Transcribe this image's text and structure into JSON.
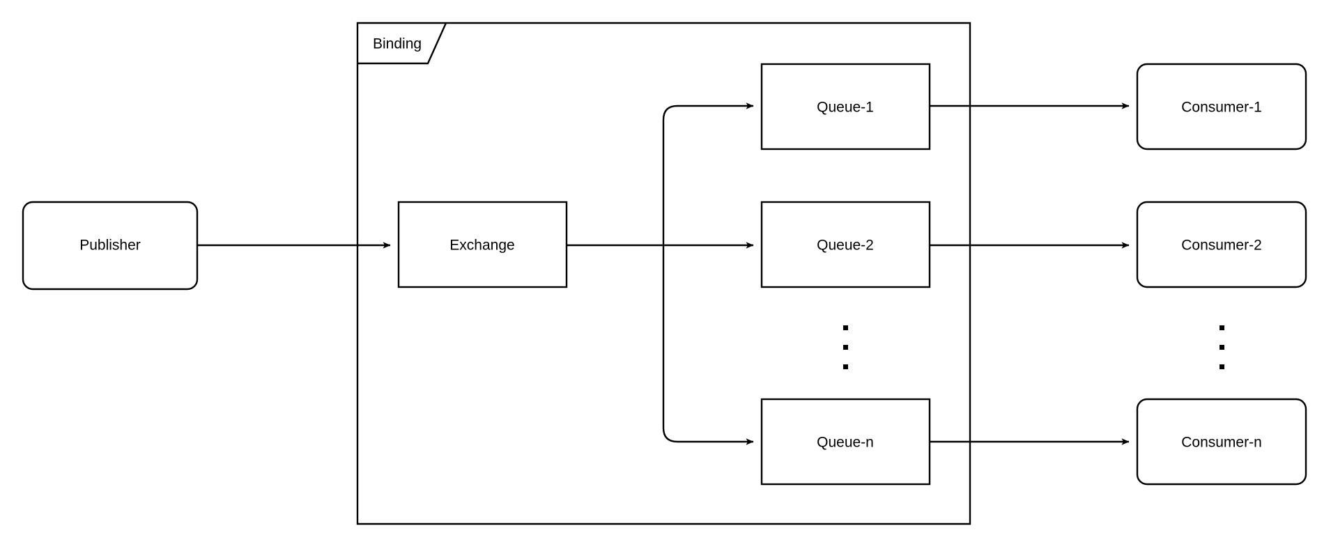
{
  "diagram": {
    "title": "Publisher Exchange Queue Consumer messaging flow",
    "background_color": "#ffffff",
    "stroke_color": "#000000",
    "text_color": "#000000"
  },
  "group": {
    "label": "Binding",
    "name": "binding-container"
  },
  "nodes": {
    "publisher": {
      "label": "Publisher",
      "shape": "rounded-rect"
    },
    "exchange": {
      "label": "Exchange",
      "shape": "rect"
    },
    "queue_1": {
      "label": "Queue-1",
      "shape": "rect"
    },
    "queue_2": {
      "label": "Queue-2",
      "shape": "rect"
    },
    "queue_n": {
      "label": "Queue-n",
      "shape": "rect"
    },
    "consumer_1": {
      "label": "Consumer-1",
      "shape": "rounded-rect"
    },
    "consumer_2": {
      "label": "Consumer-2",
      "shape": "rounded-rect"
    },
    "consumer_n": {
      "label": "Consumer-n",
      "shape": "rounded-rect"
    }
  },
  "ellipsis": {
    "queues": "·",
    "consumers": "·"
  },
  "edges": [
    {
      "name": "publisher-to-exchange",
      "from": "Publisher",
      "to": "Exchange"
    },
    {
      "name": "exchange-to-queue-1",
      "from": "Exchange",
      "to": "Queue-1"
    },
    {
      "name": "exchange-to-queue-2",
      "from": "Exchange",
      "to": "Queue-2"
    },
    {
      "name": "exchange-to-queue-n",
      "from": "Exchange",
      "to": "Queue-n"
    },
    {
      "name": "queue-1-to-consumer-1",
      "from": "Queue-1",
      "to": "Consumer-1"
    },
    {
      "name": "queue-2-to-consumer-2",
      "from": "Queue-2",
      "to": "Consumer-2"
    },
    {
      "name": "queue-n-to-consumer-n",
      "from": "Queue-n",
      "to": "Consumer-n"
    }
  ]
}
